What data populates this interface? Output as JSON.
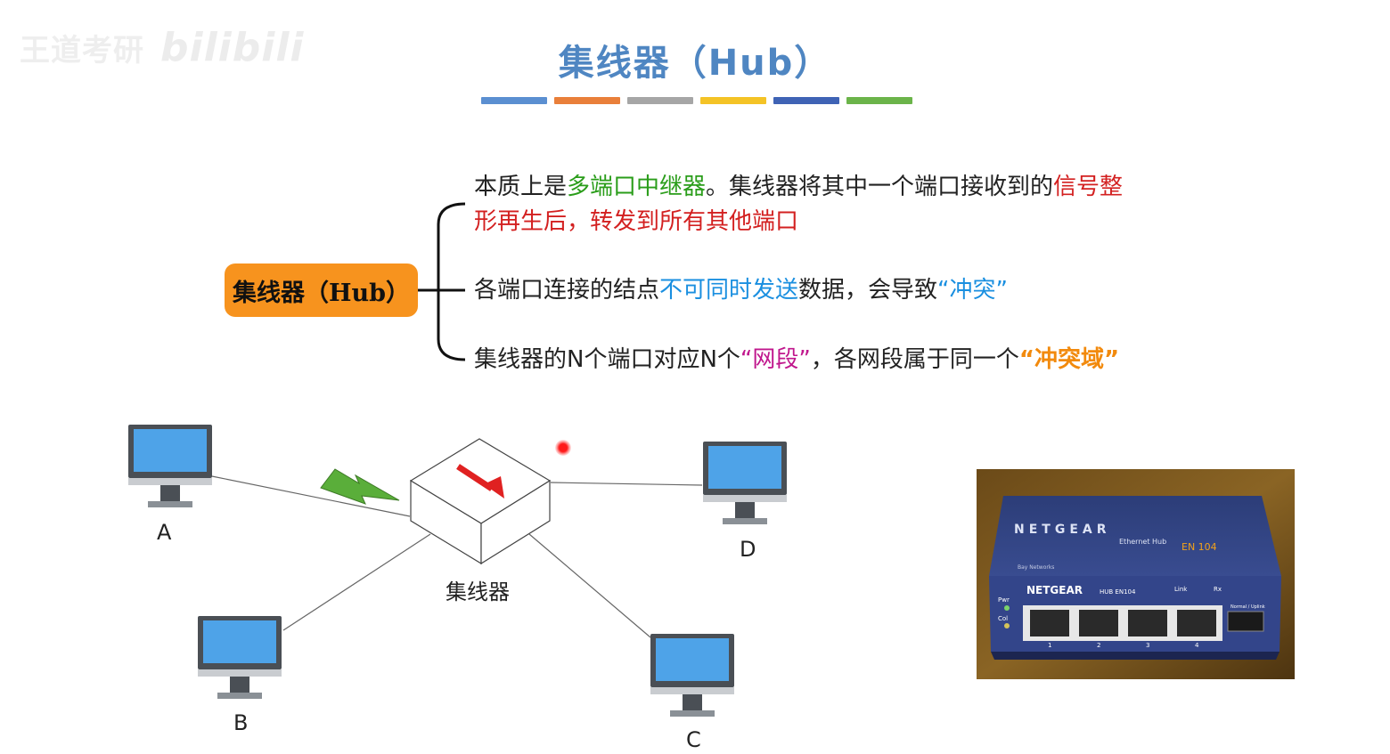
{
  "watermark": {
    "brand_cn": "王道考研",
    "brand_logo": "bilibili"
  },
  "title": "集线器（Hub）",
  "color_bars": [
    "#5b8fd1",
    "#e97f3a",
    "#a6a6a6",
    "#f4c326",
    "#3f63b5",
    "#6bb44a"
  ],
  "mindmap": {
    "root": "集线器（Hub）",
    "branch1": {
      "t1": "本质上是",
      "t2": "多端口中继器",
      "t3": "。集线器将其中一个端口接收到的",
      "t4": "信号整",
      "t5": "形再生后，转发到所有其他端口"
    },
    "branch2": {
      "t1": "各端口连接的结点",
      "t2": "不可同时发送",
      "t3": "数据，会导致",
      "t4": "“冲突”"
    },
    "branch3": {
      "t1": "集线器的N个端口对应N个",
      "t2": "“网段”",
      "t3": "，各网段属于同一个",
      "t4": "“冲突域”"
    }
  },
  "network": {
    "hub_label": "集线器",
    "nodes": [
      "A",
      "B",
      "C",
      "D"
    ]
  },
  "photo": {
    "brand": "NETGEAR",
    "subtitle": "Ethernet Hub",
    "model": "EN 104",
    "bay": "Bay Networks",
    "front_brand": "NETGEAR",
    "front_model": "HUB EN104",
    "leds": [
      "Pwr",
      "Col"
    ],
    "status_labels": [
      "Link",
      "Rx"
    ],
    "port_numbers": [
      "1",
      "2",
      "3",
      "4"
    ],
    "switch_label": "Normal / Uplink"
  }
}
